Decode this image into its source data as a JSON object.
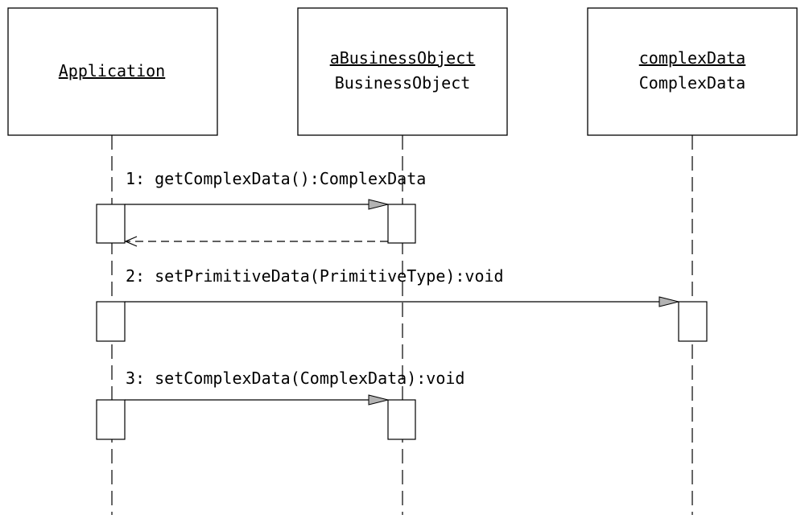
{
  "participants": [
    {
      "instance": "Application",
      "class": ""
    },
    {
      "instance": "aBusinessObject",
      "class": "BusinessObject"
    },
    {
      "instance": "complexData",
      "class": "ComplexData"
    }
  ],
  "messages": [
    {
      "label": "1: getComplexData():ComplexData",
      "from": 0,
      "to": 1,
      "has_return": true
    },
    {
      "label": "2: setPrimitiveData(PrimitiveType):void",
      "from": 0,
      "to": 2,
      "has_return": false
    },
    {
      "label": "3: setComplexData(ComplexData):void",
      "from": 0,
      "to": 1,
      "has_return": false
    }
  ]
}
